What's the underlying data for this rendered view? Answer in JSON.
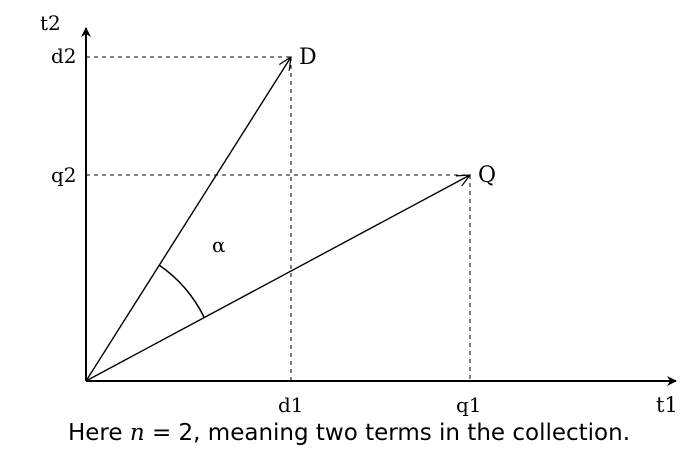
{
  "diagram": {
    "axes": {
      "x_label": "t1",
      "y_label": "t2"
    },
    "vectors": [
      {
        "name": "D",
        "x_tick": "d1",
        "y_tick": "d2"
      },
      {
        "name": "Q",
        "x_tick": "q1",
        "y_tick": "q2"
      }
    ],
    "angle_label": "α"
  },
  "caption": {
    "prefix": "Here ",
    "variable": "n",
    "middle": " = 2, meaning two terms in the collection."
  }
}
